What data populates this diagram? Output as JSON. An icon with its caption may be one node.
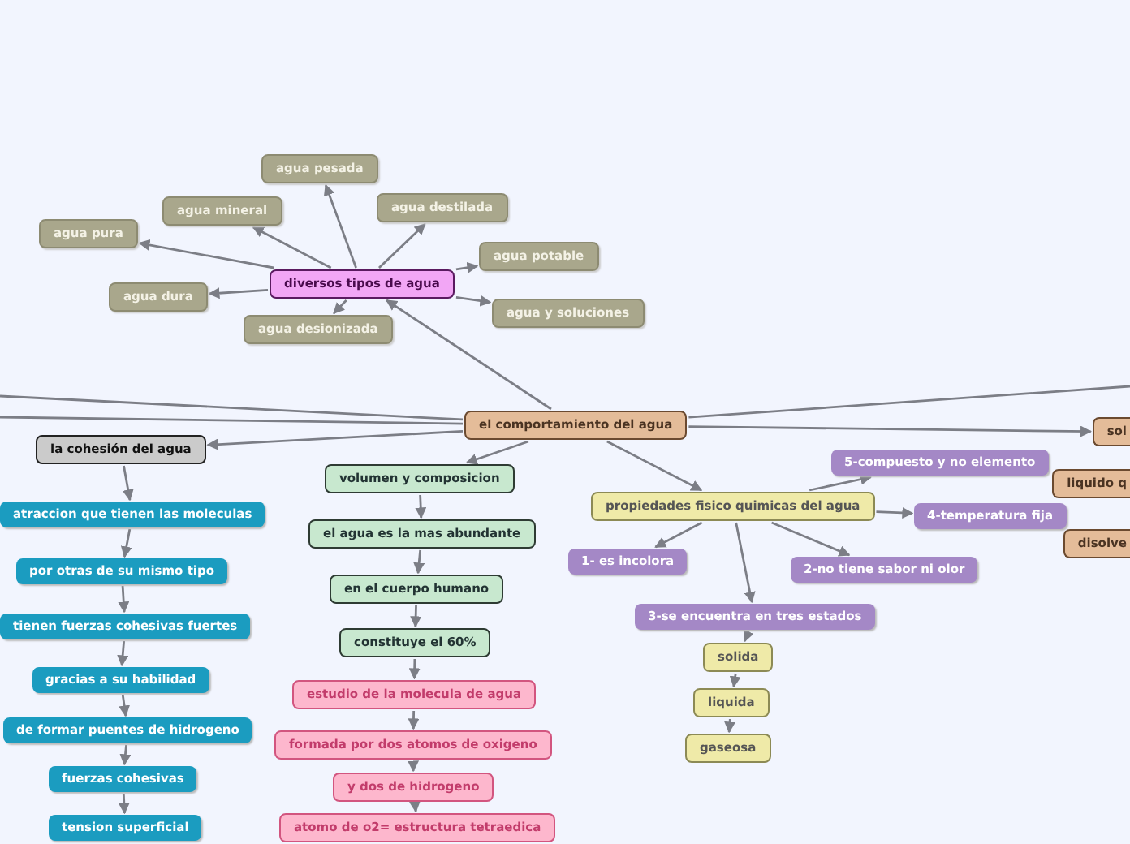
{
  "diagram": {
    "nodes": [
      {
        "text": [
          "diversos tipos de agua"
        ]
      },
      {
        "text": [
          "agua pesada"
        ]
      },
      {
        "text": [
          "agua mineral"
        ]
      },
      {
        "text": [
          "agua destilada"
        ]
      },
      {
        "text": [
          "agua pura"
        ]
      },
      {
        "text": [
          "agua potable"
        ]
      },
      {
        "text": [
          "agua dura"
        ]
      },
      {
        "text": [
          "agua y soluciones"
        ]
      },
      {
        "text": [
          "agua desionizada"
        ]
      },
      {
        "text": [
          "el comportamiento del agua"
        ]
      },
      {
        "text": [
          "la cohesión del agua"
        ]
      },
      {
        "text": [
          "atraccion que tienen las moleculas"
        ]
      },
      {
        "text": [
          "por otras de su mismo tipo"
        ]
      },
      {
        "text": [
          "tienen fuerzas cohesivas fuertes"
        ]
      },
      {
        "text": [
          "gracias a su habilidad"
        ]
      },
      {
        "text": [
          "de formar puentes de hidrogeno"
        ]
      },
      {
        "text": [
          "fuerzas cohesivas"
        ]
      },
      {
        "text": [
          "tension superficial"
        ]
      },
      {
        "text": [
          "volumen y composicion"
        ]
      },
      {
        "text": [
          "el agua es la mas abundante"
        ]
      },
      {
        "text": [
          "en el cuerpo humano"
        ]
      },
      {
        "text": [
          "constituye el 60%"
        ]
      },
      {
        "text": [
          "estudio de la molecula de agua"
        ]
      },
      {
        "text": [
          "formada por dos atomos de oxigeno"
        ]
      },
      {
        "text": [
          "y dos de hidrogeno"
        ]
      },
      {
        "text": [
          "atomo de o2= estructura tetraedica"
        ]
      },
      {
        "text": [
          "propiedades fisico quimicas del agua"
        ]
      },
      {
        "text": [
          "5-compuesto y no elemento"
        ]
      },
      {
        "text": [
          "4-temperatura fija"
        ]
      },
      {
        "text": [
          "1- es incolora"
        ]
      },
      {
        "text": [
          "2-no tiene sabor ni olor"
        ]
      },
      {
        "text": [
          "3-se encuentra en tres estados"
        ]
      },
      {
        "text": [
          "solida"
        ]
      },
      {
        "text": [
          "liquida"
        ]
      },
      {
        "text": [
          "gaseosa"
        ]
      },
      {
        "text": [
          "sol"
        ]
      },
      {
        "text": [
          "liquido q"
        ]
      },
      {
        "text": [
          "disolve"
        ]
      }
    ],
    "edges": [
      {
        "from": 0,
        "to": 1,
        "arrow": "to"
      },
      {
        "from": 0,
        "to": 2,
        "arrow": "to"
      },
      {
        "from": 0,
        "to": 3,
        "arrow": "to"
      },
      {
        "from": 0,
        "to": 4,
        "arrow": "to"
      },
      {
        "from": 0,
        "to": 5,
        "arrow": "to"
      },
      {
        "from": 0,
        "to": 6,
        "arrow": "to"
      },
      {
        "from": 0,
        "to": 7,
        "arrow": "to"
      },
      {
        "from": 0,
        "to": 8,
        "arrow": "to"
      },
      {
        "from": 9,
        "to": 0,
        "arrow": "to"
      },
      {
        "from": 9,
        "to": 10,
        "arrow": "to"
      },
      {
        "from": 10,
        "to": 11,
        "arrow": "to"
      },
      {
        "from": 11,
        "to": 12,
        "arrow": "to"
      },
      {
        "from": 12,
        "to": 13,
        "arrow": "to"
      },
      {
        "from": 13,
        "to": 14,
        "arrow": "to"
      },
      {
        "from": 14,
        "to": 15,
        "arrow": "to"
      },
      {
        "from": 15,
        "to": 16,
        "arrow": "to"
      },
      {
        "from": 16,
        "to": 17,
        "arrow": "to"
      },
      {
        "from": 9,
        "to": 18,
        "arrow": "to"
      },
      {
        "from": 18,
        "to": 19,
        "arrow": "to"
      },
      {
        "from": 19,
        "to": 20,
        "arrow": "to"
      },
      {
        "from": 20,
        "to": 21,
        "arrow": "to"
      },
      {
        "from": 21,
        "to": 22,
        "arrow": "to"
      },
      {
        "from": 22,
        "to": 23,
        "arrow": "to"
      },
      {
        "from": 23,
        "to": 24,
        "arrow": "to"
      },
      {
        "from": 24,
        "to": 25,
        "arrow": "to"
      },
      {
        "from": 9,
        "to": 26,
        "arrow": "to"
      },
      {
        "from": 26,
        "to": 27,
        "arrow": "to"
      },
      {
        "from": 26,
        "to": 28,
        "arrow": "to"
      },
      {
        "from": 26,
        "to": 29,
        "arrow": "to"
      },
      {
        "from": 26,
        "to": 30,
        "arrow": "to"
      },
      {
        "from": 26,
        "to": 31,
        "arrow": "to"
      },
      {
        "from": 31,
        "to": 32,
        "arrow": "to"
      },
      {
        "from": 32,
        "to": 33,
        "arrow": "to"
      },
      {
        "from": 33,
        "to": 34,
        "arrow": "to"
      },
      {
        "from": 9,
        "to": 35,
        "arrow": "to"
      },
      {
        "from": 9,
        "to": null,
        "arrow": "none"
      },
      {
        "from": 9,
        "to": null,
        "arrow": "none"
      },
      {
        "from": 9,
        "to": null,
        "arrow": "none"
      }
    ]
  }
}
